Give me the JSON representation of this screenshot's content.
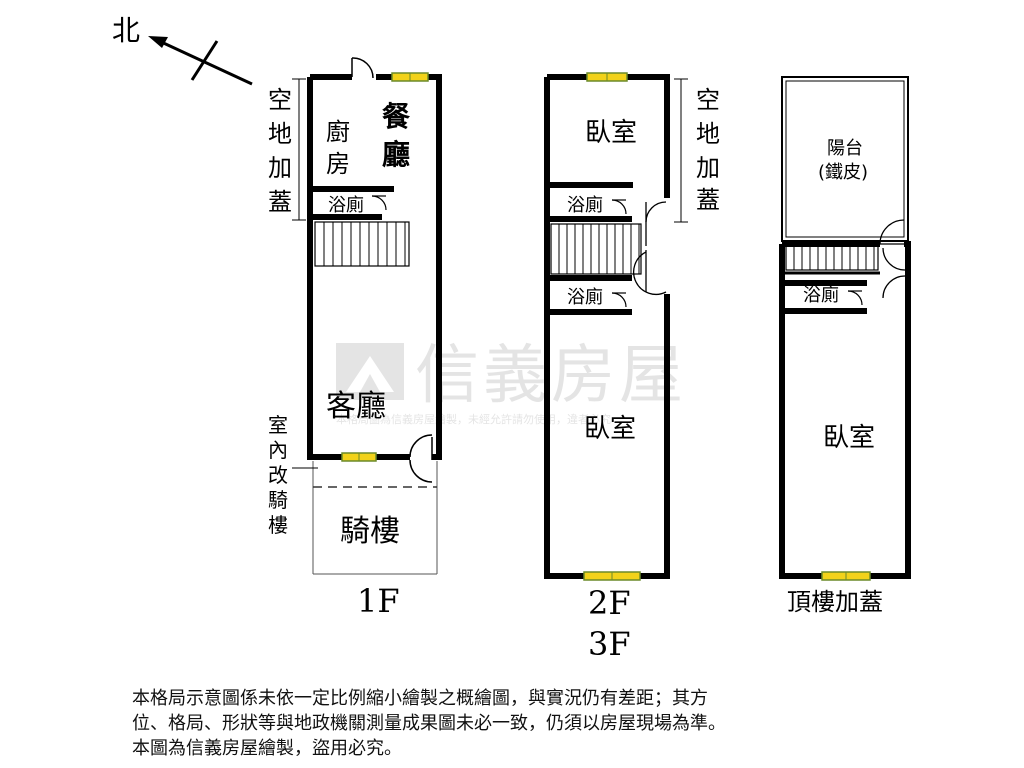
{
  "north": {
    "label": "北"
  },
  "watermark": {
    "brand": "信義房屋",
    "notice": "本格局圖為信義房屋繪製，未經允許請勿使用，違者必究"
  },
  "floor1": {
    "kitchen": [
      "廚",
      "房"
    ],
    "dining": [
      "餐",
      "廳"
    ],
    "bathroom": "浴廁",
    "living": "客廳",
    "arcade": "騎樓",
    "annex_note": [
      "空",
      "地",
      "加",
      "蓋"
    ],
    "indoor_arcade_note": [
      "室",
      "內",
      "改",
      "騎",
      "樓"
    ],
    "floor_label": "1F"
  },
  "floor23": {
    "bedroom_top": "臥室",
    "bathroom_a": "浴廁",
    "bathroom_b": "浴廁",
    "bedroom_main": "臥室",
    "annex_note": [
      "空",
      "地",
      "加",
      "蓋"
    ],
    "floor_labels": [
      "2F",
      "3F"
    ]
  },
  "rooftop": {
    "balcony": "陽台",
    "balcony_material": "(鐵皮)",
    "bathroom": "浴廁",
    "bedroom": "臥室",
    "floor_label": "頂樓加蓋"
  },
  "disclaimer": {
    "line1": "本格局示意圖係未依一定比例縮小繪製之概繪圖，與實況仍有差距；其方",
    "line2": "位、格局、形狀等與地政機關測量成果圖未必一致，仍須以房屋現場為準。",
    "line3": "本圖為信義房屋繪製，盜用必究。"
  },
  "colors": {
    "wall": "#000000",
    "window": "#f2d21a",
    "window_frame": "#6b8a2a",
    "watermark": "#d6d6d6"
  }
}
